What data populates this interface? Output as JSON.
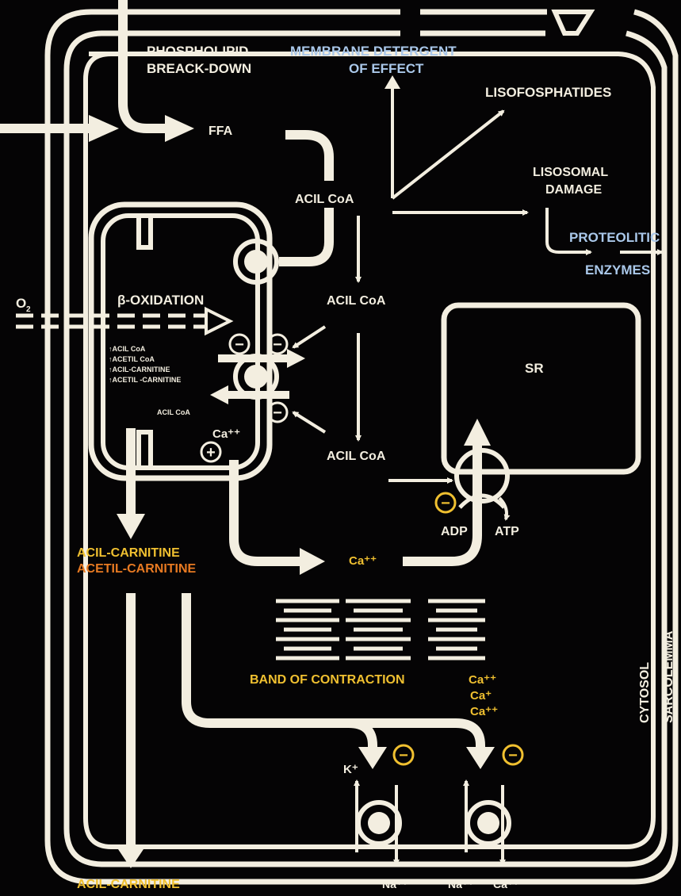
{
  "colors": {
    "background": "#050405",
    "line": "#f3eee0",
    "white_text": "#f3eee0",
    "blue_text": "#aac8ea",
    "yellow_text": "#f0c030",
    "orange_text": "#e87a22"
  },
  "labels": {
    "phospholipid_1": "PHOSPHOLIPID",
    "phospholipid_2": "BREACK-DOWN",
    "membrane_1": "MEMBRANE DETERGENT",
    "membrane_2": "OF EFFECT",
    "lisofosphatides": "LISOFOSPHATIDES",
    "lisosomal_1": "LISOSOMAL",
    "lisosomal_2": "DAMAGE",
    "proteolitic": "PROTEOLITIC",
    "enzymes": "ENZYMES",
    "ffa": "FFA",
    "acil_coa_1": "ACIL CoA",
    "acil_coa_2": "ACIL CoA",
    "acil_coa_3": "ACIL CoA",
    "o2": "O",
    "o2_sub": "2",
    "beta_oxidation": "β-OXIDATION",
    "list_1": "↑ACIL CoA",
    "list_2": "↑ACETIL CoA",
    "list_3": "↑ACIL-CARNITINE",
    "list_4": "↑ACETIL -CARNITINE",
    "acil_coa_small": "ACIL CoA",
    "ca_mito": "Ca⁺⁺",
    "sr": "SR",
    "adp": "ADP",
    "atp": "ATP",
    "acil_carnitine": "ACIL-CARNITINE",
    "acetil_carnitine": "ACETIL-CARNITINE",
    "ca_cytosol": "Ca⁺⁺",
    "band_of_contraction": "BAND OF CONTRACTION",
    "ca_band_1": "Ca⁺⁺",
    "ca_band_2": "Ca⁺",
    "ca_band_3": "Ca⁺⁺",
    "k_plus": "K⁺",
    "na_1": "Na⁺⁺",
    "na_2": "Na⁺⁺",
    "ca_bottom": "Ca⁺⁺",
    "acil_carnitine_bottom": "ACIL-CARNITINE",
    "cytosol": "CYTOSOL",
    "sarcolemma": "SARCOLEMMA",
    "minus": "−",
    "plus": "+"
  }
}
